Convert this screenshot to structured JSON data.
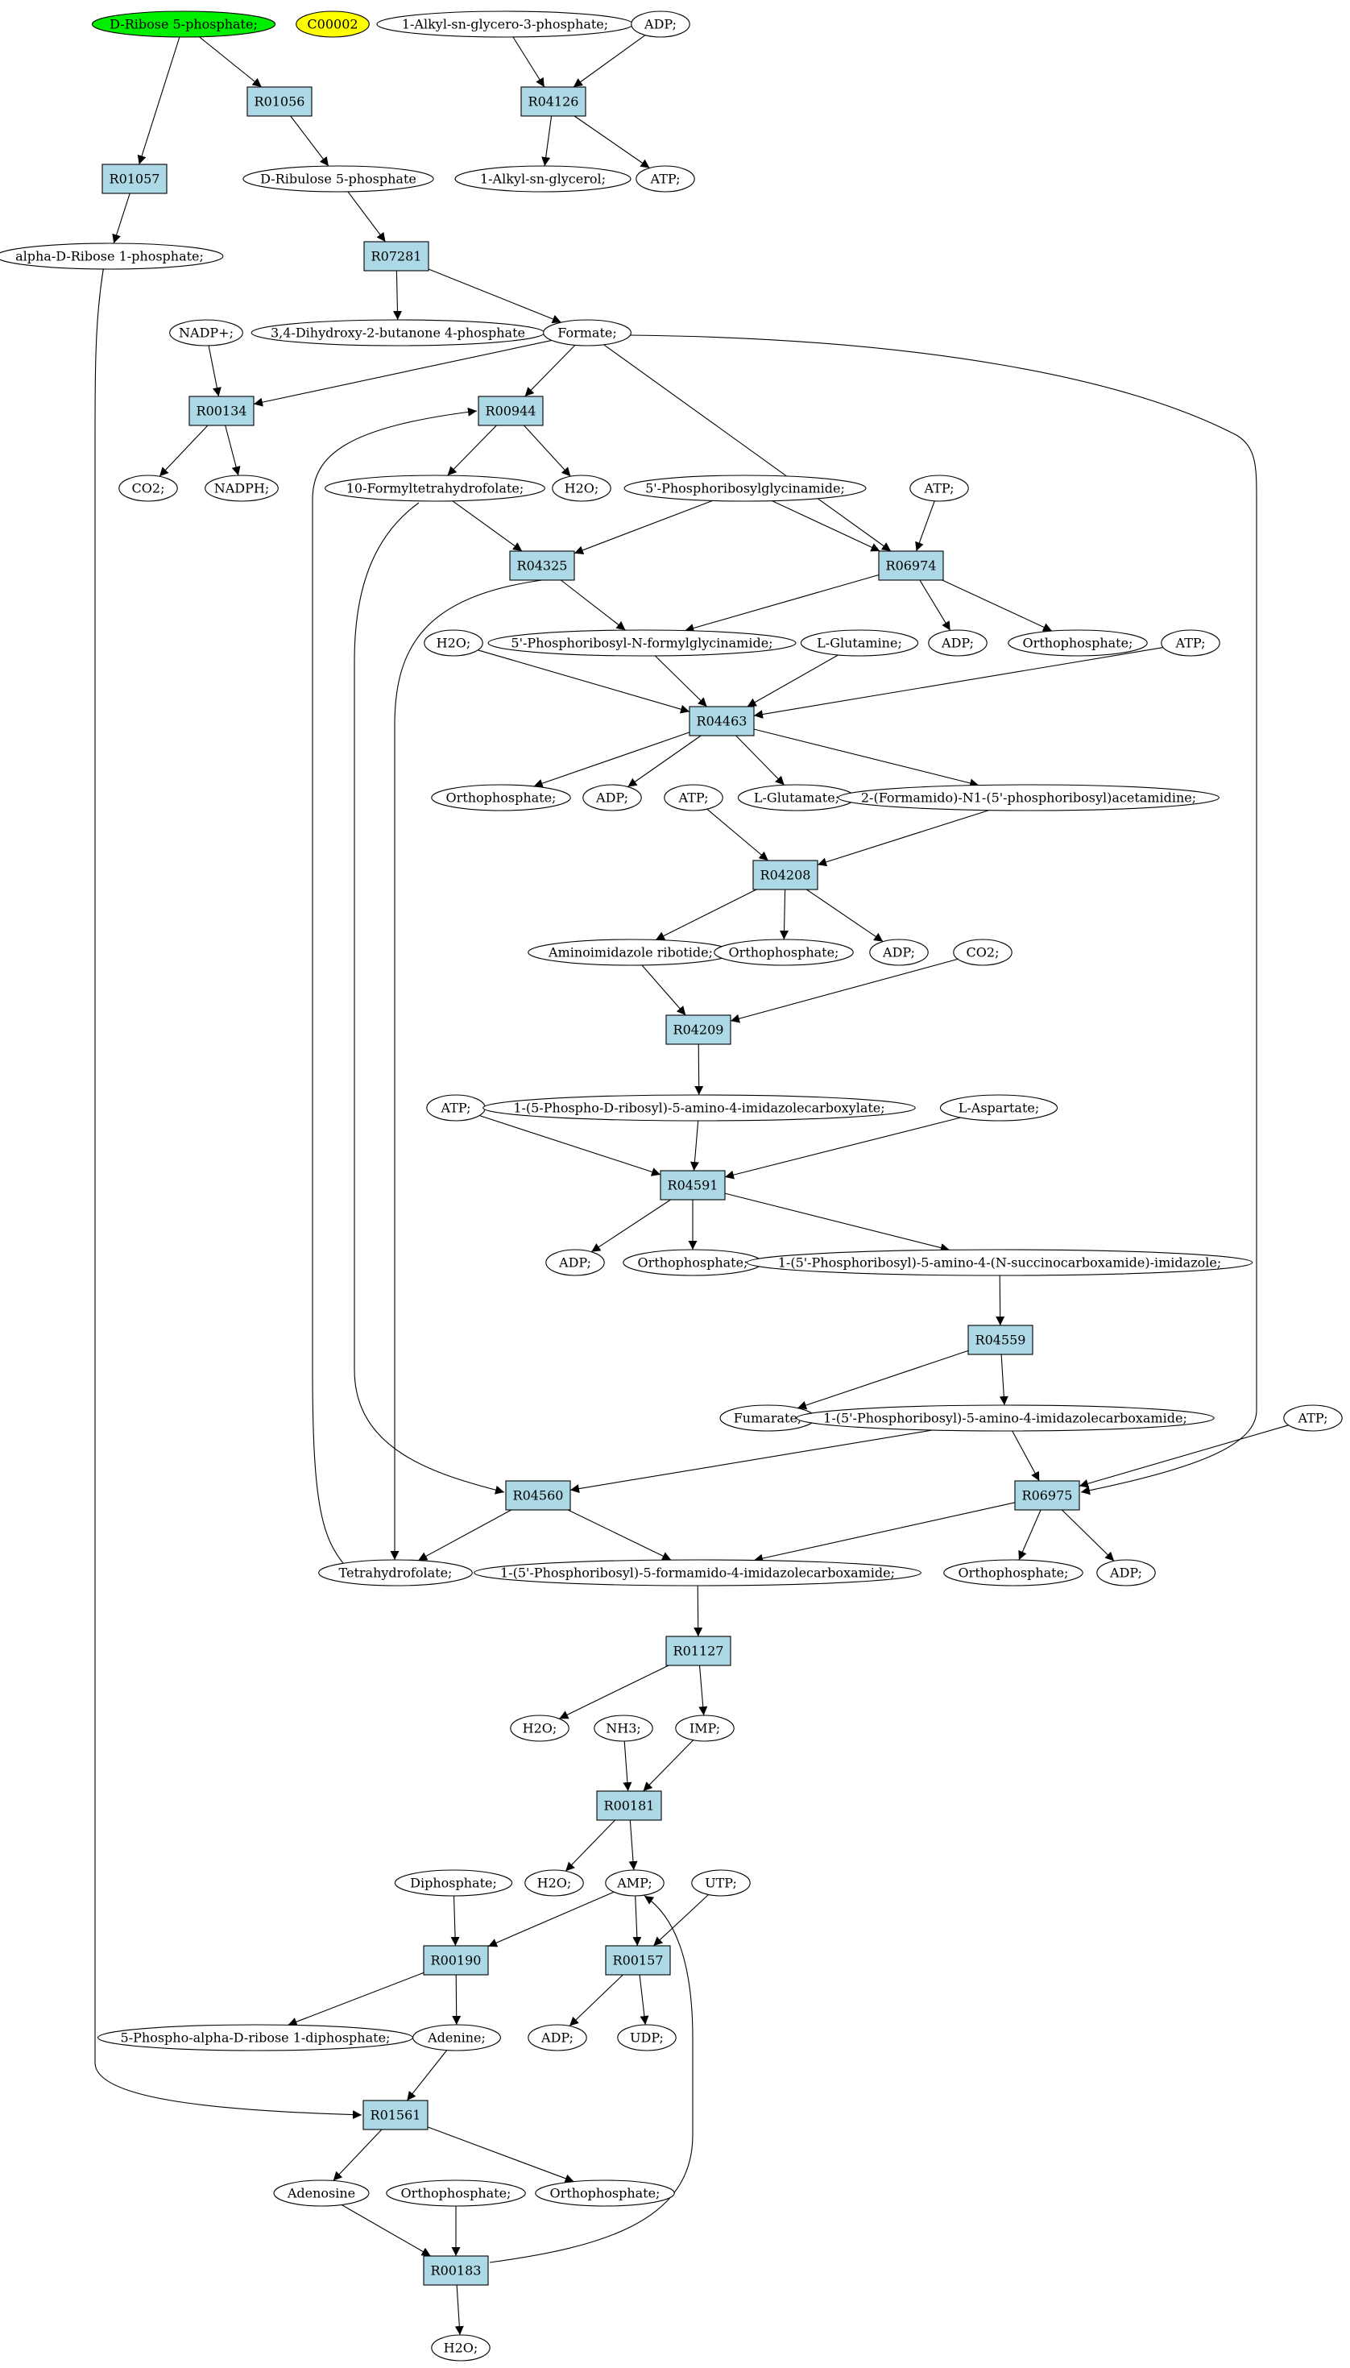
{
  "colors": {
    "reaction_fill": "#add8e6",
    "metabolite_fill": "#ffffff",
    "start_highlight": "#00ee00",
    "target_highlight": "#ffff00",
    "stroke": "#000000"
  },
  "metabolites": [
    {
      "id": "d-ribose-5-phosphate",
      "label": "D-Ribose 5-phosphate;",
      "fill": "#00ee00"
    },
    {
      "id": "c00002",
      "label": "C00002",
      "fill": "#ffff00"
    },
    {
      "id": "alkyl-sn-glycero-3-phosphate",
      "label": "1-Alkyl-sn-glycero-3-phosphate;"
    },
    {
      "id": "adp-1",
      "label": "ADP;"
    },
    {
      "id": "d-ribulose-5-phosphate",
      "label": "D-Ribulose 5-phosphate"
    },
    {
      "id": "alkyl-sn-glycerol",
      "label": "1-Alkyl-sn-glycerol;"
    },
    {
      "id": "atp-1",
      "label": "ATP;"
    },
    {
      "id": "alpha-d-ribose-1-phosphate",
      "label": "alpha-D-Ribose 1-phosphate;"
    },
    {
      "id": "dihydroxy-butanone-phosphate",
      "label": "3,4-Dihydroxy-2-butanone 4-phosphate"
    },
    {
      "id": "formate",
      "label": "Formate;"
    },
    {
      "id": "nadp",
      "label": "NADP+;"
    },
    {
      "id": "co2-1",
      "label": "CO2;"
    },
    {
      "id": "nadph",
      "label": "NADPH;"
    },
    {
      "id": "formyltetrahydrofolate",
      "label": "10-Formyltetrahydrofolate;"
    },
    {
      "id": "h2o-1",
      "label": "H2O;"
    },
    {
      "id": "phosphoribosylglycinamide",
      "label": "5'-Phosphoribosylglycinamide;"
    },
    {
      "id": "atp-2",
      "label": "ATP;"
    },
    {
      "id": "h2o-2",
      "label": "H2O;"
    },
    {
      "id": "phosphoribosyl-n-formylglycinamide",
      "label": "5'-Phosphoribosyl-N-formylglycinamide;"
    },
    {
      "id": "l-glutamine",
      "label": "L-Glutamine;"
    },
    {
      "id": "adp-2",
      "label": "ADP;"
    },
    {
      "id": "orthophosphate-1",
      "label": "Orthophosphate;"
    },
    {
      "id": "atp-3",
      "label": "ATP;"
    },
    {
      "id": "orthophosphate-2",
      "label": "Orthophosphate;"
    },
    {
      "id": "adp-3",
      "label": "ADP;"
    },
    {
      "id": "l-glutamate",
      "label": "L-Glutamate;"
    },
    {
      "id": "formamido-acetamidine",
      "label": "2-(Formamido)-N1-(5'-phosphoribosyl)acetamidine;"
    },
    {
      "id": "atp-4",
      "label": "ATP;"
    },
    {
      "id": "aminoimidazole-ribotide",
      "label": "Aminoimidazole ribotide;"
    },
    {
      "id": "orthophosphate-3",
      "label": "Orthophosphate;"
    },
    {
      "id": "adp-4",
      "label": "ADP;"
    },
    {
      "id": "co2-2",
      "label": "CO2;"
    },
    {
      "id": "atp-5",
      "label": "ATP;"
    },
    {
      "id": "phospho-ribosyl-carboxylate",
      "label": "1-(5-Phospho-D-ribosyl)-5-amino-4-imidazolecarboxylate;"
    },
    {
      "id": "l-aspartate",
      "label": "L-Aspartate;"
    },
    {
      "id": "adp-5",
      "label": "ADP;"
    },
    {
      "id": "orthophosphate-4",
      "label": "Orthophosphate;"
    },
    {
      "id": "succinocarboxamide-imidazole",
      "label": "1-(5'-Phosphoribosyl)-5-amino-4-(N-succinocarboxamide)-imidazole;"
    },
    {
      "id": "fumarate",
      "label": "Fumarate;"
    },
    {
      "id": "aminoimidazolecarboxamide",
      "label": "1-(5'-Phosphoribosyl)-5-amino-4-imidazolecarboxamide;"
    },
    {
      "id": "atp-6",
      "label": "ATP;"
    },
    {
      "id": "tetrahydrofolate",
      "label": "Tetrahydrofolate;"
    },
    {
      "id": "formamido-imidazolecarboxamide",
      "label": "1-(5'-Phosphoribosyl)-5-formamido-4-imidazolecarboxamide;"
    },
    {
      "id": "orthophosphate-5",
      "label": "Orthophosphate;"
    },
    {
      "id": "adp-6",
      "label": "ADP;"
    },
    {
      "id": "h2o-3",
      "label": "H2O;"
    },
    {
      "id": "nh3",
      "label": "NH3;"
    },
    {
      "id": "imp",
      "label": "IMP;"
    },
    {
      "id": "diphosphate",
      "label": "Diphosphate;"
    },
    {
      "id": "h2o-4",
      "label": "H2O;"
    },
    {
      "id": "amp",
      "label": "AMP;"
    },
    {
      "id": "utp",
      "label": "UTP;"
    },
    {
      "id": "phospho-ribose-diphosphate",
      "label": "5-Phospho-alpha-D-ribose 1-diphosphate;"
    },
    {
      "id": "adenine",
      "label": "Adenine;"
    },
    {
      "id": "adp-7",
      "label": "ADP;"
    },
    {
      "id": "udp",
      "label": "UDP;"
    },
    {
      "id": "adenosine",
      "label": "Adenosine"
    },
    {
      "id": "orthophosphate-6",
      "label": "Orthophosphate;"
    },
    {
      "id": "orthophosphate-7",
      "label": "Orthophosphate;"
    },
    {
      "id": "h2o-5",
      "label": "H2O;"
    }
  ],
  "reactions": [
    {
      "id": "R01056",
      "label": "R01056"
    },
    {
      "id": "R04126",
      "label": "R04126"
    },
    {
      "id": "R01057",
      "label": "R01057"
    },
    {
      "id": "R07281",
      "label": "R07281"
    },
    {
      "id": "R00134",
      "label": "R00134"
    },
    {
      "id": "R00944",
      "label": "R00944"
    },
    {
      "id": "R04325",
      "label": "R04325"
    },
    {
      "id": "R06974",
      "label": "R06974"
    },
    {
      "id": "R04463",
      "label": "R04463"
    },
    {
      "id": "R04208",
      "label": "R04208"
    },
    {
      "id": "R04209",
      "label": "R04209"
    },
    {
      "id": "R04591",
      "label": "R04591"
    },
    {
      "id": "R04559",
      "label": "R04559"
    },
    {
      "id": "R04560",
      "label": "R04560"
    },
    {
      "id": "R06975",
      "label": "R06975"
    },
    {
      "id": "R01127",
      "label": "R01127"
    },
    {
      "id": "R00181",
      "label": "R00181"
    },
    {
      "id": "R00190",
      "label": "R00190"
    },
    {
      "id": "R00157",
      "label": "R00157"
    },
    {
      "id": "R01561",
      "label": "R01561"
    },
    {
      "id": "R00183",
      "label": "R00183"
    }
  ],
  "edges": [
    [
      "d-ribose-5-phosphate",
      "R01057"
    ],
    [
      "d-ribose-5-phosphate",
      "R01056"
    ],
    [
      "R01056",
      "d-ribulose-5-phosphate"
    ],
    [
      "alkyl-sn-glycero-3-phosphate",
      "R04126"
    ],
    [
      "adp-1",
      "R04126"
    ],
    [
      "R04126",
      "alkyl-sn-glycerol"
    ],
    [
      "R04126",
      "atp-1"
    ],
    [
      "R01057",
      "alpha-d-ribose-1-phosphate"
    ],
    [
      "d-ribulose-5-phosphate",
      "R07281"
    ],
    [
      "R07281",
      "dihydroxy-butanone-phosphate"
    ],
    [
      "R07281",
      "formate"
    ],
    [
      "formate",
      "R00134"
    ],
    [
      "formate",
      "R00944"
    ],
    [
      "formate",
      "R06974"
    ],
    [
      "formate",
      "R06975"
    ],
    [
      "nadp",
      "R00134"
    ],
    [
      "R00134",
      "co2-1"
    ],
    [
      "R00134",
      "nadph"
    ],
    [
      "R00944",
      "formyltetrahydrofolate"
    ],
    [
      "R00944",
      "h2o-1"
    ],
    [
      "tetrahydrofolate",
      "R00944"
    ],
    [
      "formyltetrahydrofolate",
      "R04325"
    ],
    [
      "formyltetrahydrofolate",
      "R04560"
    ],
    [
      "phosphoribosylglycinamide",
      "R04325"
    ],
    [
      "phosphoribosylglycinamide",
      "R06974"
    ],
    [
      "atp-2",
      "R06974"
    ],
    [
      "R04325",
      "phosphoribosyl-n-formylglycinamide"
    ],
    [
      "R04325",
      "tetrahydrofolate"
    ],
    [
      "R06974",
      "phosphoribosyl-n-formylglycinamide"
    ],
    [
      "R06974",
      "adp-2"
    ],
    [
      "R06974",
      "orthophosphate-1"
    ],
    [
      "h2o-2",
      "R04463"
    ],
    [
      "phosphoribosyl-n-formylglycinamide",
      "R04463"
    ],
    [
      "l-glutamine",
      "R04463"
    ],
    [
      "atp-3",
      "R04463"
    ],
    [
      "R04463",
      "orthophosphate-2"
    ],
    [
      "R04463",
      "adp-3"
    ],
    [
      "R04463",
      "l-glutamate"
    ],
    [
      "R04463",
      "formamido-acetamidine"
    ],
    [
      "atp-4",
      "R04208"
    ],
    [
      "formamido-acetamidine",
      "R04208"
    ],
    [
      "R04208",
      "aminoimidazole-ribotide"
    ],
    [
      "R04208",
      "orthophosphate-3"
    ],
    [
      "R04208",
      "adp-4"
    ],
    [
      "aminoimidazole-ribotide",
      "R04209"
    ],
    [
      "co2-2",
      "R04209"
    ],
    [
      "R04209",
      "phospho-ribosyl-carboxylate"
    ],
    [
      "atp-5",
      "R04591"
    ],
    [
      "phospho-ribosyl-carboxylate",
      "R04591"
    ],
    [
      "l-aspartate",
      "R04591"
    ],
    [
      "R04591",
      "adp-5"
    ],
    [
      "R04591",
      "orthophosphate-4"
    ],
    [
      "R04591",
      "succinocarboxamide-imidazole"
    ],
    [
      "succinocarboxamide-imidazole",
      "R04559"
    ],
    [
      "R04559",
      "fumarate"
    ],
    [
      "R04559",
      "aminoimidazolecarboxamide"
    ],
    [
      "aminoimidazolecarboxamide",
      "R04560"
    ],
    [
      "aminoimidazolecarboxamide",
      "R06975"
    ],
    [
      "atp-6",
      "R06975"
    ],
    [
      "R04560",
      "tetrahydrofolate"
    ],
    [
      "R04560",
      "formamido-imidazolecarboxamide"
    ],
    [
      "R06975",
      "formamido-imidazolecarboxamide"
    ],
    [
      "R06975",
      "orthophosphate-5"
    ],
    [
      "R06975",
      "adp-6"
    ],
    [
      "formamido-imidazolecarboxamide",
      "R01127"
    ],
    [
      "R01127",
      "h2o-3"
    ],
    [
      "R01127",
      "imp"
    ],
    [
      "nh3",
      "R00181"
    ],
    [
      "imp",
      "R00181"
    ],
    [
      "R00181",
      "h2o-4"
    ],
    [
      "R00181",
      "amp"
    ],
    [
      "amp",
      "R00190"
    ],
    [
      "amp",
      "R00157"
    ],
    [
      "diphosphate",
      "R00190"
    ],
    [
      "utp",
      "R00157"
    ],
    [
      "R00190",
      "phospho-ribose-diphosphate"
    ],
    [
      "R00190",
      "adenine"
    ],
    [
      "R00157",
      "adp-7"
    ],
    [
      "R00157",
      "udp"
    ],
    [
      "adenine",
      "R01561"
    ],
    [
      "alpha-d-ribose-1-phosphate",
      "R01561"
    ],
    [
      "R01561",
      "adenosine"
    ],
    [
      "R01561",
      "orthophosphate-7"
    ],
    [
      "adenosine",
      "R00183"
    ],
    [
      "orthophosphate-6",
      "R00183"
    ],
    [
      "R00183",
      "h2o-5"
    ],
    [
      "R00183",
      "amp"
    ]
  ]
}
